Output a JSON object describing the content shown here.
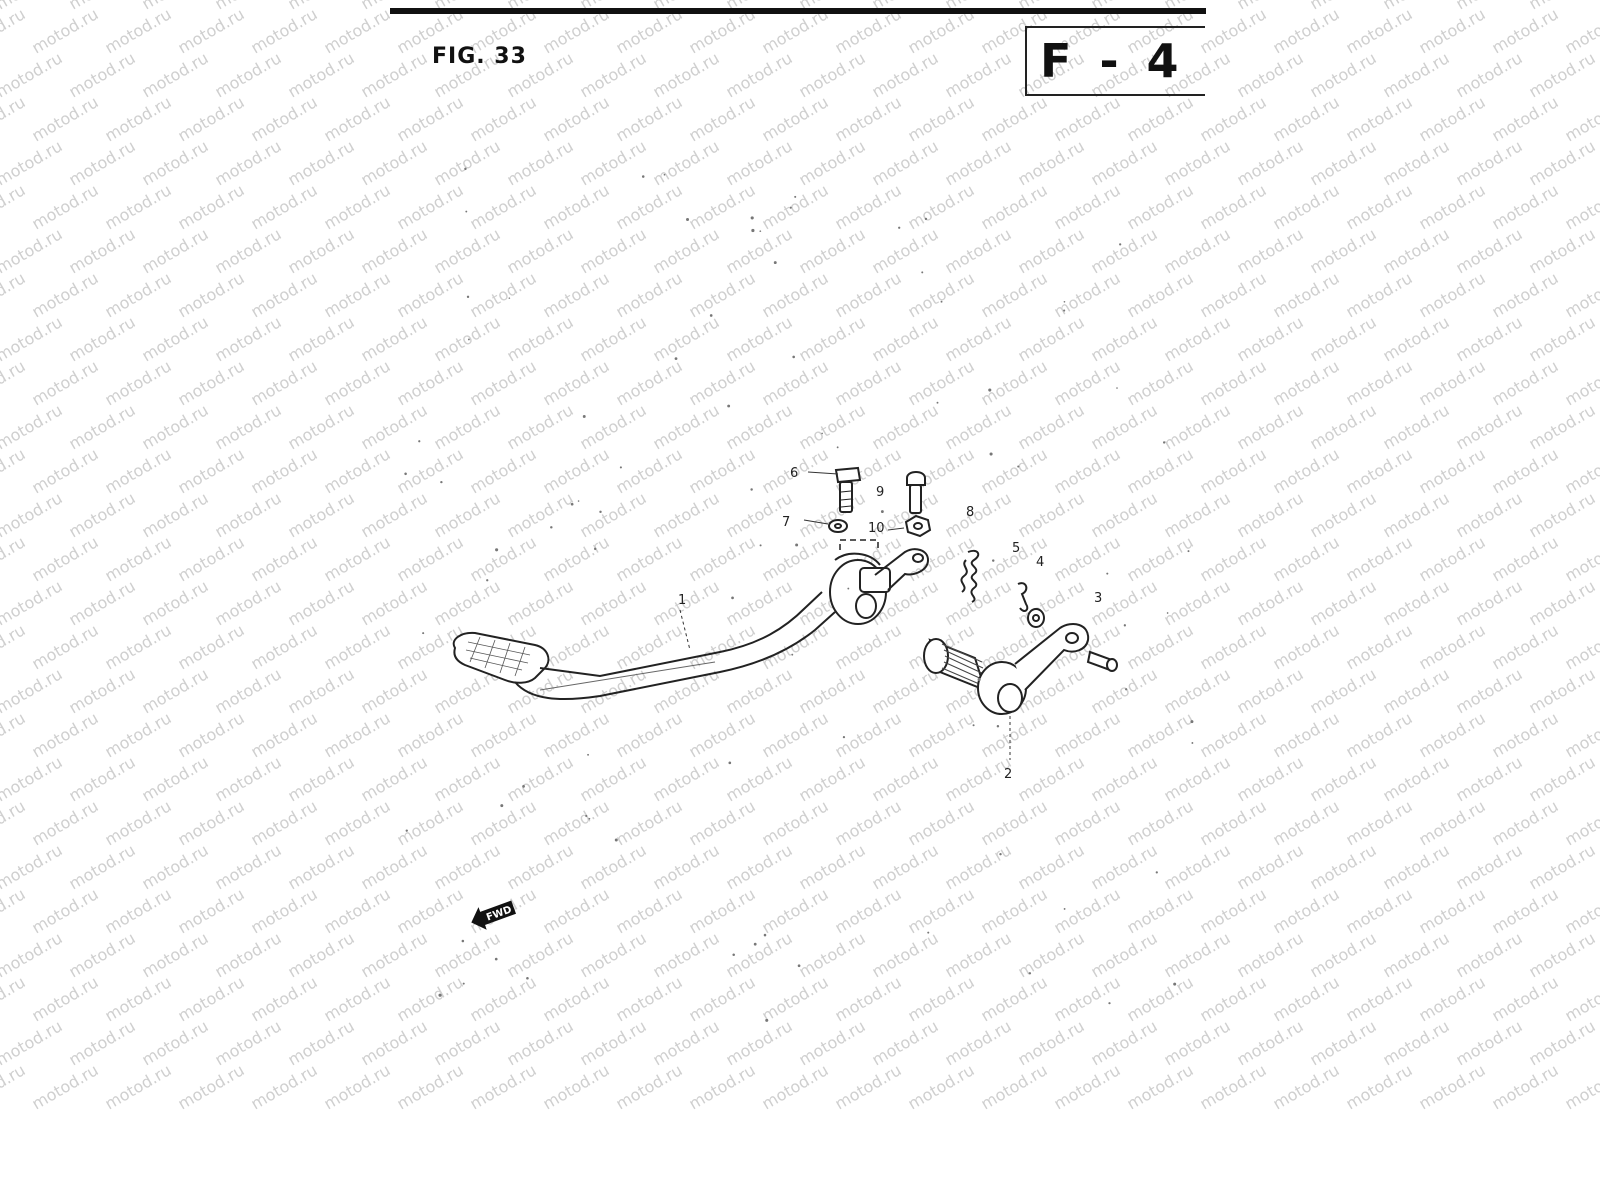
{
  "header": {
    "figure_label": "FIG. 33",
    "section_code": "F - 4"
  },
  "watermark": {
    "text": "motod.ru",
    "color": "#cfcfcf"
  },
  "callouts": {
    "c1": "1",
    "c2": "2",
    "c3": "3",
    "c4": "4",
    "c5": "5",
    "c6": "6",
    "c7": "7",
    "c8": "8",
    "c9": "9",
    "c10": "10"
  },
  "direction_badge": {
    "text": "FWD"
  },
  "icons": {
    "pedal": "gear-shift-pedal-icon",
    "lever": "shift-lever-icon"
  }
}
